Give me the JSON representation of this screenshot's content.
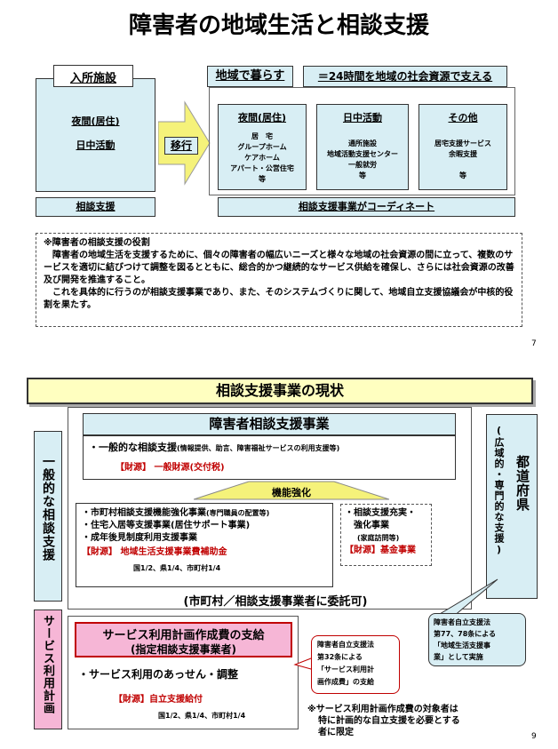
{
  "slide1": {
    "title": "障害者の地域生活と相談支援",
    "left_header": "入所施設",
    "left_item1": "夜間(居住)",
    "left_item2": "日中活動",
    "left_bottom": "相談支援",
    "arrow_label": "移行",
    "right_header1": "地域で暮らす",
    "right_header2": "＝24時間を地域の社会資源で支える",
    "col1_title": "夜間(居住)",
    "col1_lines": [
      "居　宅",
      "グループホーム",
      "ケアホーム",
      "アパート・公営住宅",
      "等"
    ],
    "col2_title": "日中活動",
    "col2_lines": [
      "通所施設",
      "地域活動支援センター",
      "一般就労",
      "等"
    ],
    "col3_title": "その他",
    "col3_lines": [
      "居宅支援サービス",
      "余暇支援",
      "",
      "等"
    ],
    "right_bottom": "相談支援事業がコーディネート",
    "note_title": "※障害者の相談支援の役割",
    "note_p1": "障害者の地域生活を支援するために、個々の障害者の幅広いニーズと様々な地域の社会資源の間に立って、複数のサービスを適切に結びつけて調整を図るとともに、総合的かつ継続的なサービス供給を確保し、さらには社会資源の改善及び開発を推進すること。",
    "note_p2": "これを具体的に行うのが相談支援事業であり、また、そのシステムづくりに関して、地域自立支援協議会が中核的役割を果たす。",
    "page_num": "7"
  },
  "slide2": {
    "banner": "相談支援事業の現状",
    "left_vertical1": "一般的な相談支援",
    "left_vertical2": "サービス利用計画",
    "main_box_title": "障害者相談支援事業",
    "general_support": "・一般的な相談支援",
    "general_support_detail": "(情報提供、助言、障害福祉サービスの利用支援等)",
    "general_fund": "【財源】 一般財源(交付税)",
    "function_label": "機能強化",
    "items": [
      "・市町村相談支援機能強化事業",
      "・住宅入居等支援事業(居住サポート事業)",
      "・成年後見制度利用支援事業"
    ],
    "item1_detail": "(専門職員の配置等)",
    "subsidy_fund": "【財源】 地域生活支援事業費補助金",
    "subsidy_ratio": "国1/2、県1/4、市町村1/4",
    "enhance_lines": [
      "・相談支援充実・",
      "強化事業",
      "(家庭訪問等)"
    ],
    "enhance_fund": "【財源】基金事業",
    "entrust": "(市町村／相談支援事業者に委託可)",
    "pref_vertical_big": "都道府県",
    "pref_vertical_small": "(広域的・専門的な支援)",
    "callout1_lines": [
      "障害者自立支援法",
      "第77、78条による",
      "「地域生活支援事",
      "業」として実施"
    ],
    "plan_title": "サービス利用計画作成費の支給",
    "plan_subtitle": "(指定相談支援事業者)",
    "plan_item": "・サービス利用のあっせん・調整",
    "plan_fund": "【財源】自立支援給付",
    "plan_ratio": "国1/2、県1/4、市町村1/4",
    "callout2_lines": [
      "障害者自立支援法",
      "第32条による",
      "「サービス利用計",
      "画作成費」の支給"
    ],
    "footnote_lines": [
      "※サービス利用計画作成費の対象者は",
      "特に計画的な自立支援を必要とする",
      "者に限定"
    ],
    "page_num": "9"
  },
  "colors": {
    "light_blue": "#d8eef4",
    "banner_yellow": "#ffffc0",
    "pink": "#f6b6d6",
    "red": "#c00000"
  }
}
